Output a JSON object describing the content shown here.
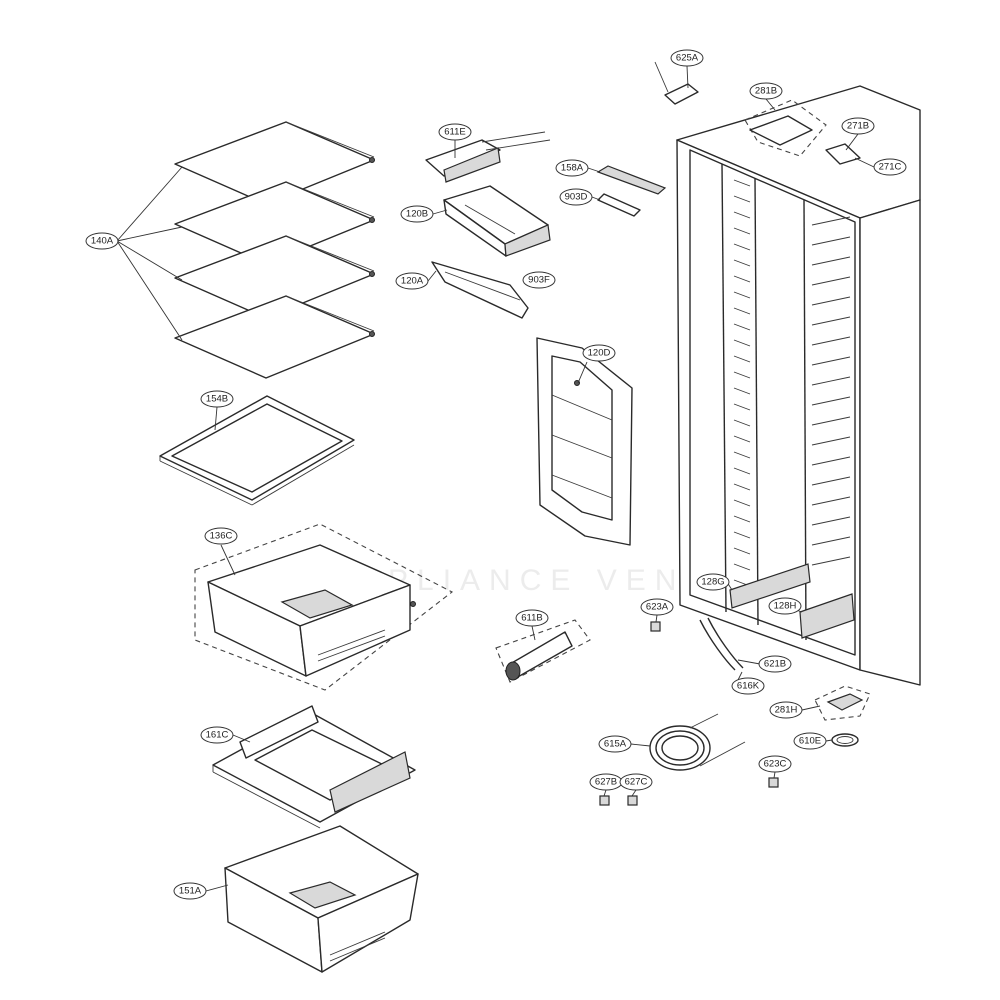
{
  "diagram": {
    "callouts": [
      {
        "id": "c-140A",
        "label": "140A"
      },
      {
        "id": "c-154B",
        "label": "154B"
      },
      {
        "id": "c-136C",
        "label": "136C"
      },
      {
        "id": "c-161C",
        "label": "161C"
      },
      {
        "id": "c-151A",
        "label": "151A"
      },
      {
        "id": "c-611E",
        "label": "611E"
      },
      {
        "id": "c-120B",
        "label": "120B"
      },
      {
        "id": "c-120A",
        "label": "120A"
      },
      {
        "id": "c-903F",
        "label": "903F"
      },
      {
        "id": "c-158A",
        "label": "158A"
      },
      {
        "id": "c-903D",
        "label": "903D"
      },
      {
        "id": "c-120D",
        "label": "120D"
      },
      {
        "id": "c-625A",
        "label": "625A"
      },
      {
        "id": "c-281B",
        "label": "281B"
      },
      {
        "id": "c-271B",
        "label": "271B"
      },
      {
        "id": "c-271C",
        "label": "271C"
      },
      {
        "id": "c-128G",
        "label": "128G"
      },
      {
        "id": "c-128H",
        "label": "128H"
      },
      {
        "id": "c-623A",
        "label": "623A"
      },
      {
        "id": "c-611B",
        "label": "611B"
      },
      {
        "id": "c-621B",
        "label": "621B"
      },
      {
        "id": "c-616K",
        "label": "616K"
      },
      {
        "id": "c-281H",
        "label": "281H"
      },
      {
        "id": "c-610E",
        "label": "610E"
      },
      {
        "id": "c-615A",
        "label": "615A"
      },
      {
        "id": "c-623C",
        "label": "623C"
      },
      {
        "id": "c-627B",
        "label": "627B"
      },
      {
        "id": "c-627C",
        "label": "627C"
      }
    ],
    "watermark": "APPLIANCE VENTURES"
  }
}
